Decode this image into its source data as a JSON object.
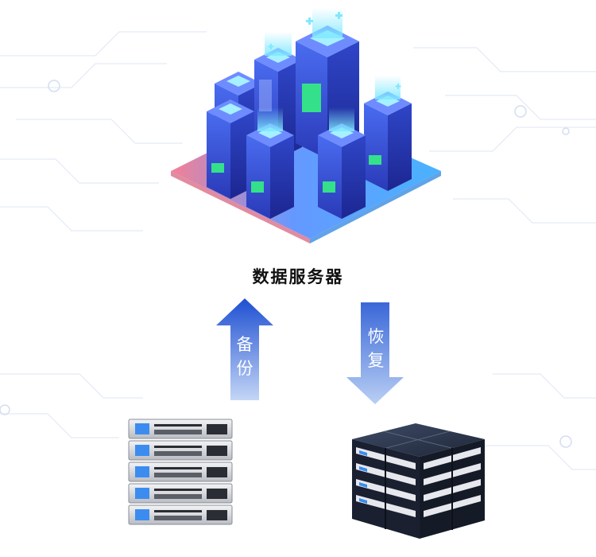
{
  "diagram": {
    "title": "数据服务器",
    "arrows": [
      {
        "id": "backup",
        "label": "备份",
        "direction": "up"
      },
      {
        "id": "restore",
        "label": "恢复",
        "direction": "down"
      }
    ],
    "nodes": [
      {
        "id": "data-server",
        "icon": "isometric-server-cluster-icon"
      },
      {
        "id": "source-rack",
        "icon": "rack-server-icon"
      },
      {
        "id": "restore-target",
        "icon": "server-stack-icon"
      }
    ]
  },
  "colors": {
    "arrow_top": "#1e4fd2",
    "arrow_bottom": "#bcd1f4",
    "platform": "#2f8cff",
    "tower": "#3b4be0",
    "accent_green": "#34e08a",
    "circuit_lines": "#dfe8f4"
  }
}
